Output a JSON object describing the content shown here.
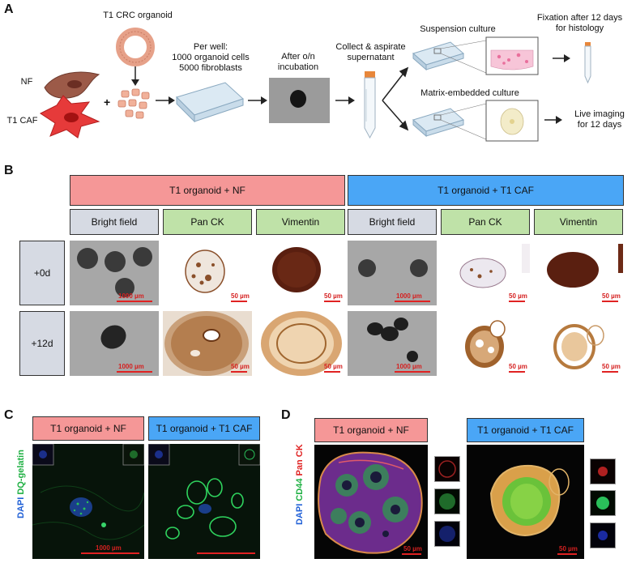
{
  "panels": {
    "a": "A",
    "b": "B",
    "c": "C",
    "d": "D"
  },
  "panelA": {
    "crc_organoid": "T1 CRC organoid",
    "nf": "NF",
    "caf": "T1 CAF",
    "plus": "+",
    "per_well_1": "Per well:",
    "per_well_2": "1000 organoid cells",
    "per_well_3": "5000 fibroblasts",
    "after_on_1": "After o/n",
    "after_on_2": "incubation",
    "collect_1": "Collect & aspirate",
    "collect_2": "supernatant",
    "suspension": "Suspension culture",
    "matrix": "Matrix-embedded culture",
    "fixation_1": "Fixation after 12 days",
    "fixation_2": "for histology",
    "live_1": "Live imaging",
    "live_2": "for 12 days"
  },
  "panelB": {
    "group_nf": "T1 organoid + NF",
    "group_caf": "T1 organoid + T1 CAF",
    "col_bf": "Bright field",
    "col_panck": "Pan CK",
    "col_vim": "Vimentin",
    "row_0": "+0d",
    "row_12": "+12d",
    "scale_1000": "1000 µm",
    "scale_50": "50 µm"
  },
  "panelC": {
    "group_nf": "T1 organoid + NF",
    "group_caf": "T1 organoid + T1 CAF",
    "stain_dapi": "DAPI",
    "stain_dq": "DQ-gelatin",
    "scale": "1000 µm"
  },
  "panelD": {
    "group_nf": "T1 organoid + NF",
    "group_caf": "T1 organoid + T1 CAF",
    "stain_dapi": "DAPI",
    "stain_cd44": "CD44",
    "stain_panck": "Pan CK",
    "scale": "50 µm"
  },
  "colors": {
    "nf_header": "#f59797",
    "caf_header": "#4aa6f6",
    "stain_header": "#bfe2a8",
    "row_header": "#d6dae3",
    "dapi": "#1f5fd6",
    "green": "#1fb043",
    "red": "#e02222"
  }
}
